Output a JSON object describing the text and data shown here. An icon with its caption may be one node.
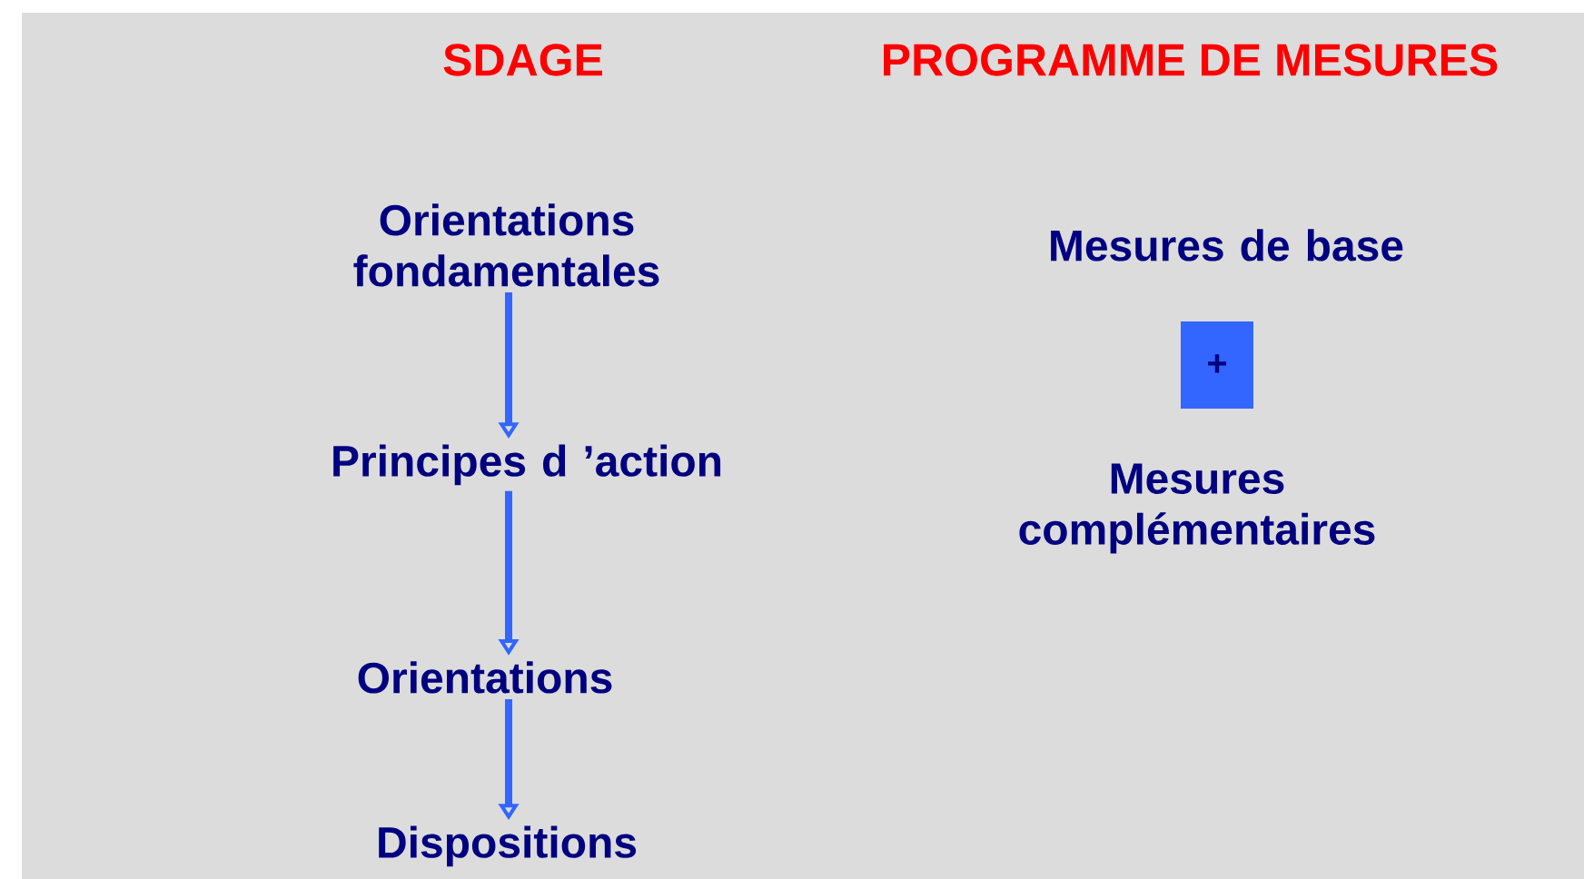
{
  "diagram": {
    "nodes": [
      {
        "text": [
          "Orientations fondamentales"
        ]
      },
      {
        "text": [
          "Principes d ’action"
        ]
      },
      {
        "text": [
          "Orientations"
        ]
      },
      {
        "text": [
          "Dispositions"
        ]
      },
      {
        "text": [
          "Mesures de base"
        ]
      },
      {
        "text": [
          "+"
        ]
      },
      {
        "text": [
          "Mesures complémentaires"
        ]
      }
    ],
    "edges": [
      {
        "from": 0,
        "to": 1,
        "arrow": "to"
      },
      {
        "from": 1,
        "to": 2,
        "arrow": "to"
      },
      {
        "from": 2,
        "to": 3,
        "arrow": "to"
      }
    ],
    "labels": [
      "SDAGE",
      "PROGRAMME DE MESURES"
    ]
  }
}
